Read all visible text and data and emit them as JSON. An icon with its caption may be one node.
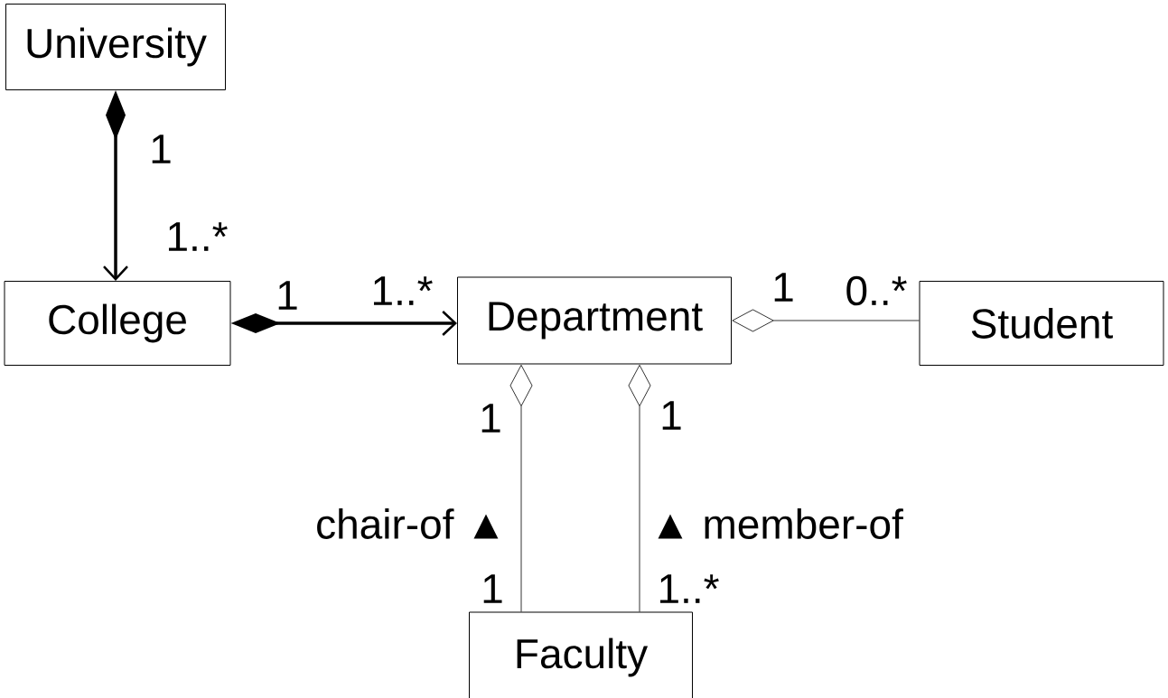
{
  "diagram": {
    "nodes": [
      {
        "text": [
          "University"
        ]
      },
      {
        "text": [
          "College"
        ]
      },
      {
        "text": [
          "Department"
        ]
      },
      {
        "text": [
          "Student"
        ]
      },
      {
        "text": [
          "Faculty"
        ]
      }
    ],
    "edges": [
      {
        "from": 0,
        "to": 1,
        "arrow": "to",
        "style": "thick"
      },
      {
        "from": 1,
        "to": 2,
        "arrow": "to",
        "style": "thick"
      },
      {
        "from": 2,
        "to": 3,
        "arrow": "other"
      },
      {
        "from": 2,
        "to": 4,
        "arrow": "other",
        "label": "chair-of ▲"
      },
      {
        "from": 2,
        "to": 4,
        "arrow": "other",
        "label": "▲ member-of"
      }
    ],
    "labels": [
      "1",
      "1..*",
      "1",
      "1..*",
      "1",
      "0..*",
      "1",
      "1",
      "1",
      "1..*"
    ]
  }
}
